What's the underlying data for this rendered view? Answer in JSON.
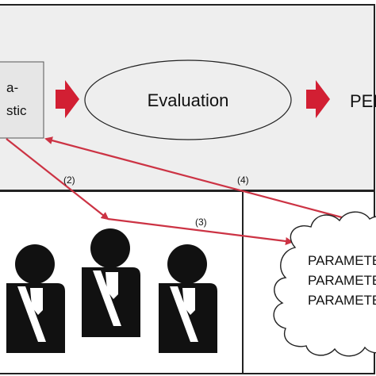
{
  "top_panel": {
    "box_text_line1": "a-",
    "box_text_line2": "stic",
    "evaluation_label": "Evaluation",
    "performance_label_cut": "PERF"
  },
  "arrows": {
    "label_2": "(2)",
    "label_3": "(3)",
    "label_4": "(4)"
  },
  "bottom_panel": {
    "parameters": [
      "PARAMETE",
      "PARAMETE",
      "PARAMETE"
    ]
  },
  "colors": {
    "arrow_red": "#cc3344",
    "block_arrow_red": "#d21f33",
    "panel_grey": "#eeeeee",
    "box_grey": "#e6e6e6"
  }
}
